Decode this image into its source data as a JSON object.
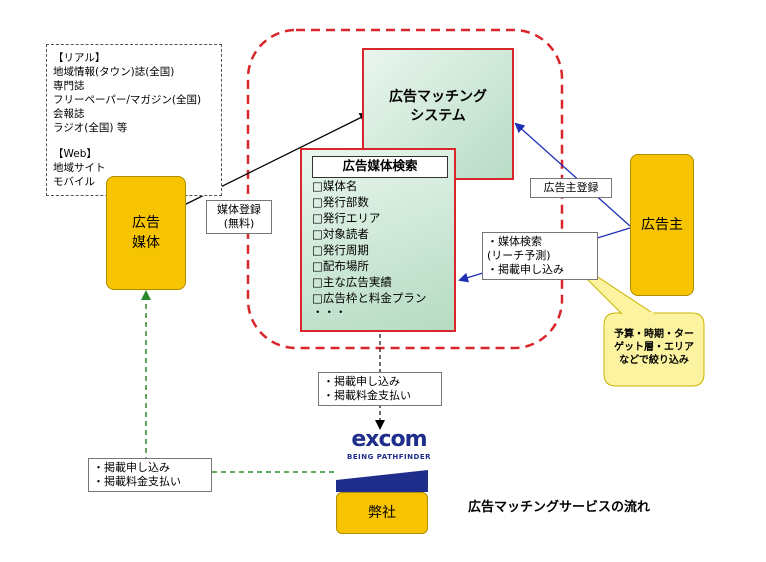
{
  "media_types": {
    "real_header": "【リアル】",
    "real_items": [
      "地域情報(タウン)誌(全国)",
      "専門誌",
      "フリーペーパー/マガジン(全国)",
      "会報誌",
      "ラジオ(全国) 等"
    ],
    "web_header": "【Web】",
    "web_items": [
      "地域サイト",
      "モバイル"
    ]
  },
  "nodes": {
    "media": "広告\n媒体",
    "advertiser": "広告主",
    "company": "弊社",
    "system": "広告マッチング\nシステム"
  },
  "search_panel": {
    "title": "広告媒体検索",
    "items": [
      "□媒体名",
      "□発行部数",
      "□発行エリア",
      "□対象読者",
      "□発行周期",
      "□配布場所",
      "□主な広告実績",
      "□広告枠と料金プラン"
    ],
    "more": "・・・"
  },
  "labels": {
    "media_register": "媒体登録\n(無料)",
    "advertiser_register": "広告主登録",
    "advertiser_actions": "・媒体検索\n(リーチ予測)\n・掲載申し込み",
    "to_company": "・掲載申し込み\n・掲載料金支払い",
    "to_media": "・掲載申し込み\n・掲載料金支払い"
  },
  "callout": "予算・時期・ター\nゲット層・エリア\nなどで絞り込み",
  "logo": {
    "word": "excom",
    "tagline": "BEING PATHFINDER"
  },
  "caption": "広告マッチングサービスの流れ",
  "colors": {
    "gold": "#f6c400",
    "red_border": "#d9262b",
    "blue_arrow": "#1f2fb5",
    "green_arrow": "#2a8a2a",
    "callout": "#fbf3a0"
  }
}
